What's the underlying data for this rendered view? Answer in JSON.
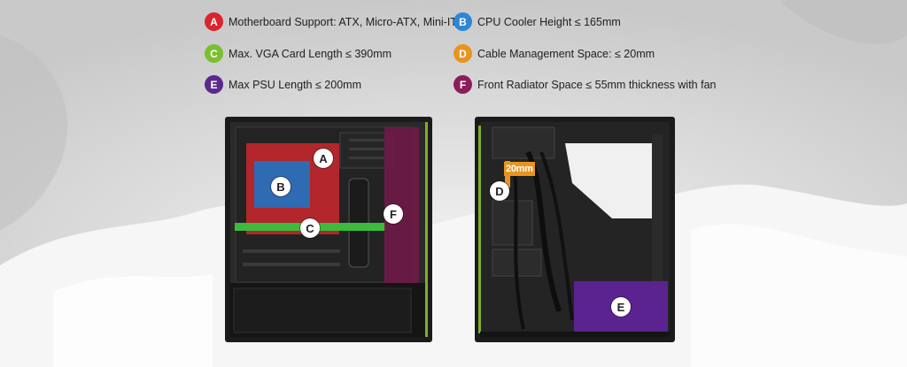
{
  "specs": [
    {
      "id": "A",
      "label": "Motherboard Support: ATX, Micro-ATX, Mini-ITX",
      "color": "#d8252e"
    },
    {
      "id": "B",
      "label": "CPU Cooler Height ≤ 165mm",
      "color": "#2d86d6"
    },
    {
      "id": "C",
      "label": "Max. VGA Card Length ≤ 390mm",
      "color": "#7bbf2f"
    },
    {
      "id": "D",
      "label": "Cable Management Space: ≤ 20mm",
      "color": "#e8951f"
    },
    {
      "id": "E",
      "label": "Max PSU Length ≤ 200mm",
      "color": "#5b2a8c"
    },
    {
      "id": "F",
      "label": "Front Radiator Space ≤ 55mm thickness with fan",
      "color": "#8a1e5a"
    }
  ],
  "left_case": {
    "markers": {
      "a": "A",
      "b": "B",
      "c": "C",
      "f": "F"
    }
  },
  "right_case": {
    "cable_space_label": "20mm",
    "markers": {
      "d": "D",
      "e": "E"
    }
  },
  "colors": {
    "motherboard": "#c0272d",
    "cpu": "#2f6bb2",
    "vga": "#3cbc3c",
    "radiator": "#6c1b47",
    "psu": "#5a2390",
    "cable": "#e8951f"
  }
}
